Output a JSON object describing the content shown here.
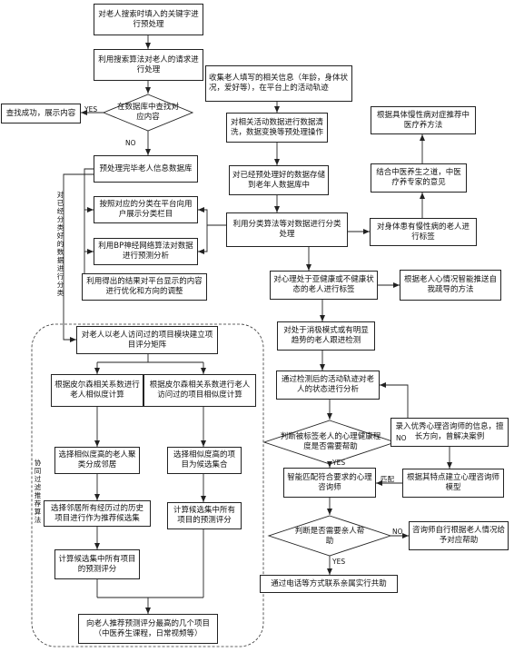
{
  "nodes": {
    "n_l1": "对老人搜索时填入的关键字进行预处理",
    "n_l2": "利用搜索算法对老人的请求进行处理",
    "n_l3": "在数据库中查找对应内容",
    "n_left_found": "查找成功，展示内容",
    "n_l4": "预处理完毕老人信息数据库",
    "n_l5": "按照对应的分类在平台向用户展示分类栏目",
    "n_l6": "利用BP神经网络算法对数据进行预测分析",
    "n_l7": "利用得出的结果对平台显示的内容进行优化和方向的调整",
    "n_l8": "对老人以老人访问过的项目模块建立项目评分矩阵",
    "n_l9a": "根据皮尔森相关系数进行老人相似度计算",
    "n_l9b": "根据皮尔森相关系数进行老人访问过的项目相似度计算",
    "n_l10a": "选择相似度高的老人聚类分成邻居",
    "n_l10b": "选择相似度高的项目为候选集合",
    "n_l11a": "选择邻居所有经历过的历史项目进行作为推荐候选集",
    "n_l11b": "计算候选集中所有项目的预测评分",
    "n_l12a": "计算候选集中所有项目的预测评分",
    "n_l13": "向老人推荐预测评分最高的几个项目（中医养生课程，日常视频等）",
    "n_m1": "收集老人填写的相关信息（年龄，身体状况，爱好等），在平台上的活动轨迹",
    "n_m2": "对相关活动数据进行数据清洗，数据变换等预处理操作",
    "n_m3": "对已经预处理好的数据存储到老年人数据库中",
    "n_m4": "利用分类算法等对数据进行分类处理",
    "n_r1": "根据具体慢性病对症推荐中医疗养方法",
    "n_r2": "结合中医养生之道，中医疗养专家的意见",
    "n_r3": "对身体患有慢性病的老人进行标签",
    "n_m5": "对心理处于亚健康或不健康状态的老人进行标签",
    "n_r4": "根据老人心情况智能推送自我疏导的方法",
    "n_m6": "对处于消极模式或有明显趋势的老人跟进检测",
    "n_m7": "通过检测后的活动轨迹对老人的状态进行分析",
    "n_m8": "判断被标签老人的心理健康程度是否需要帮助",
    "n_r5": "录入优秀心理咨询师的信息，擅长方向，曾解决案例",
    "n_m9": "智能匹配符合要求的心理咨询师",
    "n_r6": "根据其特点建立心理咨询师模型",
    "n_m10": "判断是否需要亲人帮助",
    "n_r7": "咨询师自行根据老人情况给予对应帮助",
    "n_m11": "通过电话等方式联系亲属实行共助"
  },
  "labels": {
    "yes1": "YES",
    "no1": "NO",
    "yes2": "YES",
    "no2": "NO",
    "yes3": "YES",
    "no3": "NO",
    "match": "匹配",
    "side_vertical_1": "对已经分类好的数据进行分类",
    "side_vertical_2": "协同过滤推荐算法"
  }
}
